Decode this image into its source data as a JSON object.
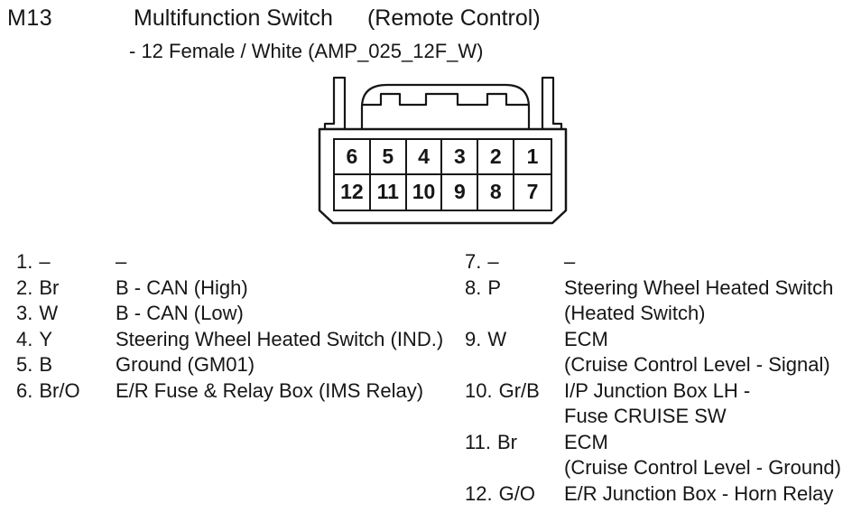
{
  "header": {
    "connector_id": "M13",
    "title_main": "Multifunction Switch",
    "title_note": "(Remote Control)",
    "subtitle": "- 12 Female / White (AMP_025_12F_W)"
  },
  "connector": {
    "pins_top": [
      "6",
      "5",
      "4",
      "3",
      "2",
      "1"
    ],
    "pins_bottom": [
      "12",
      "11",
      "10",
      "9",
      "8",
      "7"
    ]
  },
  "pin_list": {
    "left": [
      {
        "num": "1.",
        "color": "–",
        "desc": "–"
      },
      {
        "num": "2.",
        "color": "Br",
        "desc": "B - CAN (High)"
      },
      {
        "num": "3.",
        "color": "W",
        "desc": "B - CAN (Low)"
      },
      {
        "num": "4.",
        "color": "Y",
        "desc": "Steering Wheel Heated Switch (IND.)"
      },
      {
        "num": "5.",
        "color": "B",
        "desc": "Ground (GM01)"
      },
      {
        "num": "6.",
        "color": "Br/O",
        "desc": "E/R Fuse & Relay Box (IMS Relay)"
      }
    ],
    "right": [
      {
        "num": "7.",
        "color": "–",
        "desc": "–"
      },
      {
        "num": "8.",
        "color": "P",
        "desc": "Steering Wheel Heated Switch",
        "desc2": "(Heated Switch)"
      },
      {
        "num": "9.",
        "color": "W",
        "desc": "ECM",
        "desc2": "(Cruise Control Level - Signal)"
      },
      {
        "num": "10.",
        "color": "Gr/B",
        "desc": "I/P Junction Box LH -",
        "desc2": "Fuse CRUISE SW"
      },
      {
        "num": "11.",
        "color": "Br",
        "desc": "ECM",
        "desc2": "(Cruise Control Level - Ground)"
      },
      {
        "num": "12.",
        "color": "G/O",
        "desc": "E/R Junction Box - Horn Relay"
      }
    ]
  },
  "colors": {
    "line": "#161616",
    "background": "#ffffff"
  }
}
